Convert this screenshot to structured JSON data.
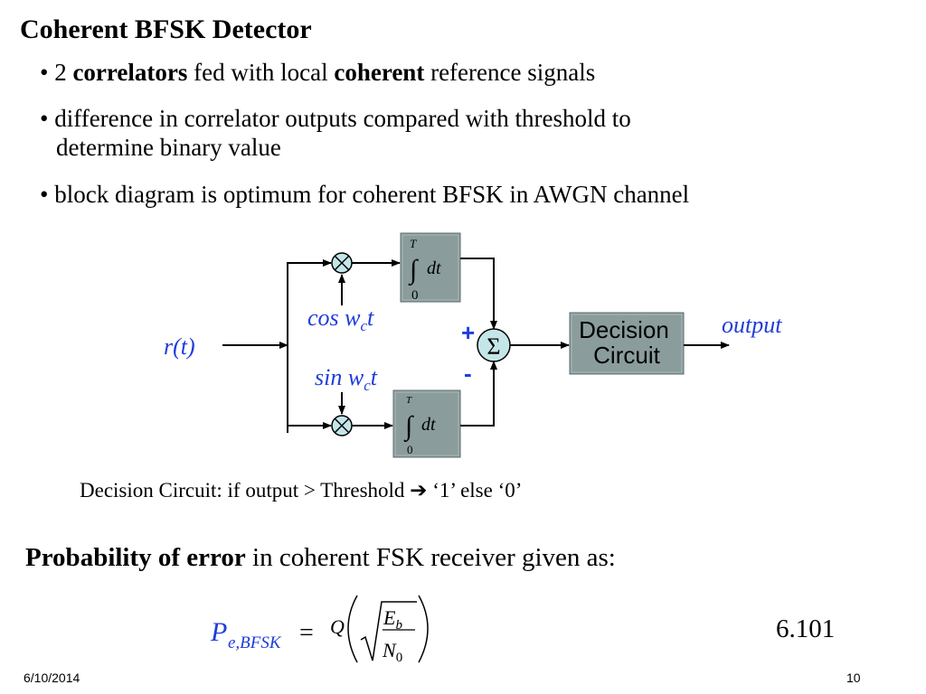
{
  "title": "Coherent BFSK Detector",
  "bullets": {
    "b1": {
      "mark": "•",
      "pre": "2 ",
      "bold1": "correlators",
      "mid": " fed with local ",
      "bold2": "coherent",
      "post": " reference signals"
    },
    "b2": {
      "mark": "•",
      "line1": "difference in correlator outputs compared with threshold to",
      "line2": "determine binary value"
    },
    "b3": {
      "mark": "•",
      "text": "block diagram is optimum for coherent BFSK in AWGN channel"
    }
  },
  "diagram": {
    "input_label": "r(t)",
    "cos_label": {
      "pre": "cos w",
      "sub": "c",
      "post": "t"
    },
    "sin_label": {
      "pre": "sin w",
      "sub": "c",
      "post": "t"
    },
    "integrator": {
      "upper_limit": "T",
      "lower_limit": "0",
      "integral": "∫",
      "dt": "dt"
    },
    "summer_symbol": "Σ",
    "plus_sign": "+",
    "minus_sign": "-",
    "decision_line1": "Decision",
    "decision_line2": "Circuit",
    "output_label": "output",
    "colors": {
      "box_fill": "#8a9c9c",
      "summer_fill": "#c4e6e8",
      "signal_label": "#1f3ddb",
      "sign_color": "#1f3ddb"
    }
  },
  "decision_note": {
    "pre": "Decision Circuit: if output > Threshold ",
    "arrow": "➔",
    "post": " ‘1’ else ‘0’"
  },
  "probability": {
    "bold": "Probability of error",
    "rest": " in coherent FSK receiver given as:"
  },
  "formula": {
    "P": "P",
    "sub": "e,BFSK",
    "eq": "=",
    "Q": "Q",
    "num_E": "E",
    "num_sub": "b",
    "den_N": "N",
    "den_sub": "0"
  },
  "equation_number": "6.101",
  "footer": {
    "date": "6/10/2014",
    "page": "10"
  }
}
